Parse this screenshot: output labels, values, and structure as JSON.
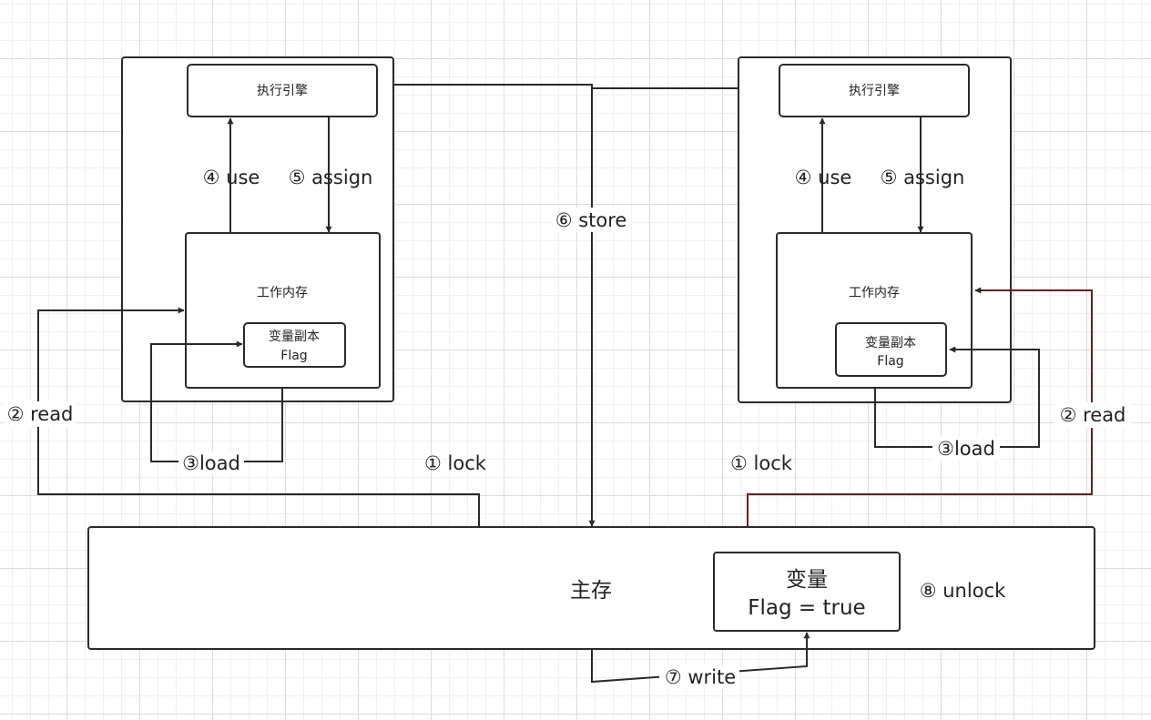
{
  "left_thread": {
    "engine_label": "执行引擎",
    "work_memory_label": "工作内存",
    "copy_line1": "变量副本",
    "copy_line2": "Flag",
    "use_label": "④ use",
    "assign_label": "⑤ assign",
    "read_label": "② read",
    "load_label": "③load",
    "lock_label": "①  lock"
  },
  "right_thread": {
    "engine_label": "执行引擎",
    "work_memory_label": "工作内存",
    "copy_line1": "变量副本",
    "copy_line2": "Flag",
    "use_label": "④ use",
    "assign_label": "⑤ assign",
    "read_label": "② read",
    "load_label": "③load",
    "lock_label": "①  lock"
  },
  "store_label": "⑥ store",
  "main_memory": {
    "label": "主存",
    "variable_line1": "变量",
    "variable_line2": "Flag = true",
    "unlock_label": "⑧ unlock",
    "write_label": "⑦ write"
  }
}
